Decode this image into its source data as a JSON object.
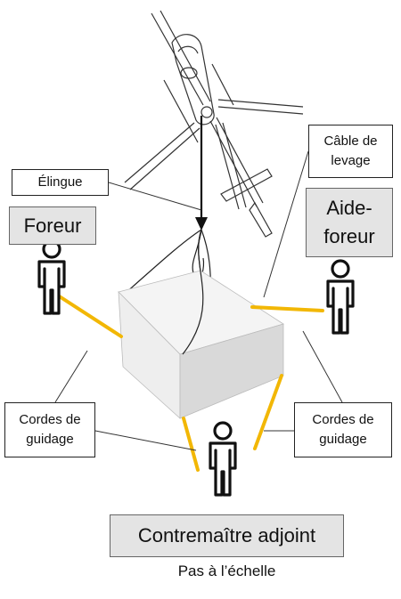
{
  "labels": {
    "sling": "Élingue",
    "hoist_cable": "Câble de levage",
    "guide_ropes_left": "Cordes de guidage",
    "guide_ropes_right": "Cordes de guidage"
  },
  "roles": {
    "driller": "Foreur",
    "driller_helper": "Aide-foreur",
    "foreman": "Contremaître adjoint"
  },
  "caption": "Pas à l’échelle",
  "colors": {
    "guide_rope": "#f2b705",
    "role_box": "#e4e4e4",
    "load_top": "#f4f4f4",
    "load_front": "#d9d9d9",
    "load_side": "#eeeeee"
  },
  "icons": [
    "helicopter-icon",
    "person-icon",
    "load-box-icon",
    "arrow-down-icon"
  ]
}
